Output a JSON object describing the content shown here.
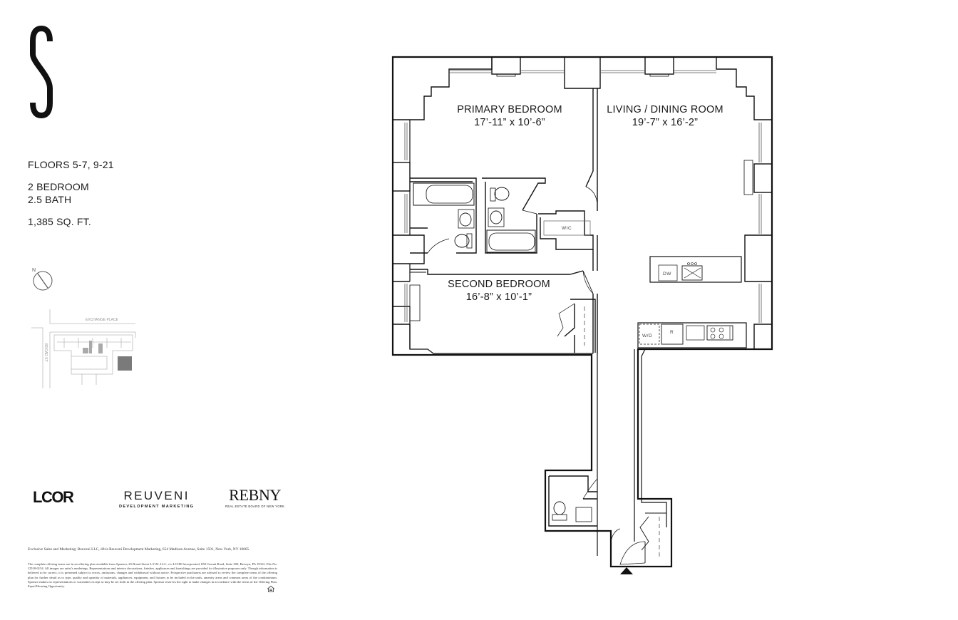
{
  "brand_mark": "S",
  "unit": {
    "floors": "FLOORS 5-7, 9-21",
    "bedrooms": "2 BEDROOM",
    "baths": "2.5 BATH",
    "area": "1,385 SQ. FT."
  },
  "compass": {
    "label": "N"
  },
  "key_plan": {
    "street_top": "EXCHANGE PLACE",
    "street_left": "BROAD ST"
  },
  "rooms": {
    "primary_bedroom": {
      "name": "PRIMARY BEDROOM",
      "dims": "17’-11” x 10’-6”"
    },
    "living_dining": {
      "name": "LIVING / DINING ROOM",
      "dims": "19’-7” x 16’-2”"
    },
    "second_bedroom": {
      "name": "SECOND BEDROOM",
      "dims": "16’-8” x 10’-1”"
    }
  },
  "fixtures": {
    "wic": "WIC",
    "dw": "DW",
    "wd": "W/D",
    "r": "R"
  },
  "logos": {
    "lcor": "LCOR",
    "reuveni": "REUVENI",
    "reuveni_sub": "DEVELOPMENT MARKETING",
    "rebny": "REBNY",
    "rebny_sub": "REAL ESTATE BOARD OF NEW YORK"
  },
  "legal": {
    "marketing": "Exclusive Sales and Marketing: Reuveni LLC, d/b/a Reuveni Development Marketing, 654 Madison Avenue, Suite 1501, New York, NY 10065.",
    "disclaimer": "The complete offering terms are in an offering plan available from Sponsor, 25 Broad Street L/CAL LLC, c/o LCOR Incorporated, 850 Cassatt Road, Suite 300, Berwyn, PA 19312. File No. CD18-0154. All images are artist's renderings. Representations and interior decorations, finishes, appliances and furnishings are provided for illustrative purposes only. Though information is believed to be correct, it is presented subject to errors, omissions, changes and withdrawal without notice. Prospective purchasers are advised to review the complete terms of the offering plan for further detail as to type, quality and quantity of materials, appliances, equipment, and fixtures to be included in the units, amenity areas and common areas of the condominium. Sponsor makes no representations or warranties except as may be set forth in the offering plan. Sponsor reserves the right to make changes in accordance with the terms of the Offering Plan. Equal Housing Opportunity."
  }
}
